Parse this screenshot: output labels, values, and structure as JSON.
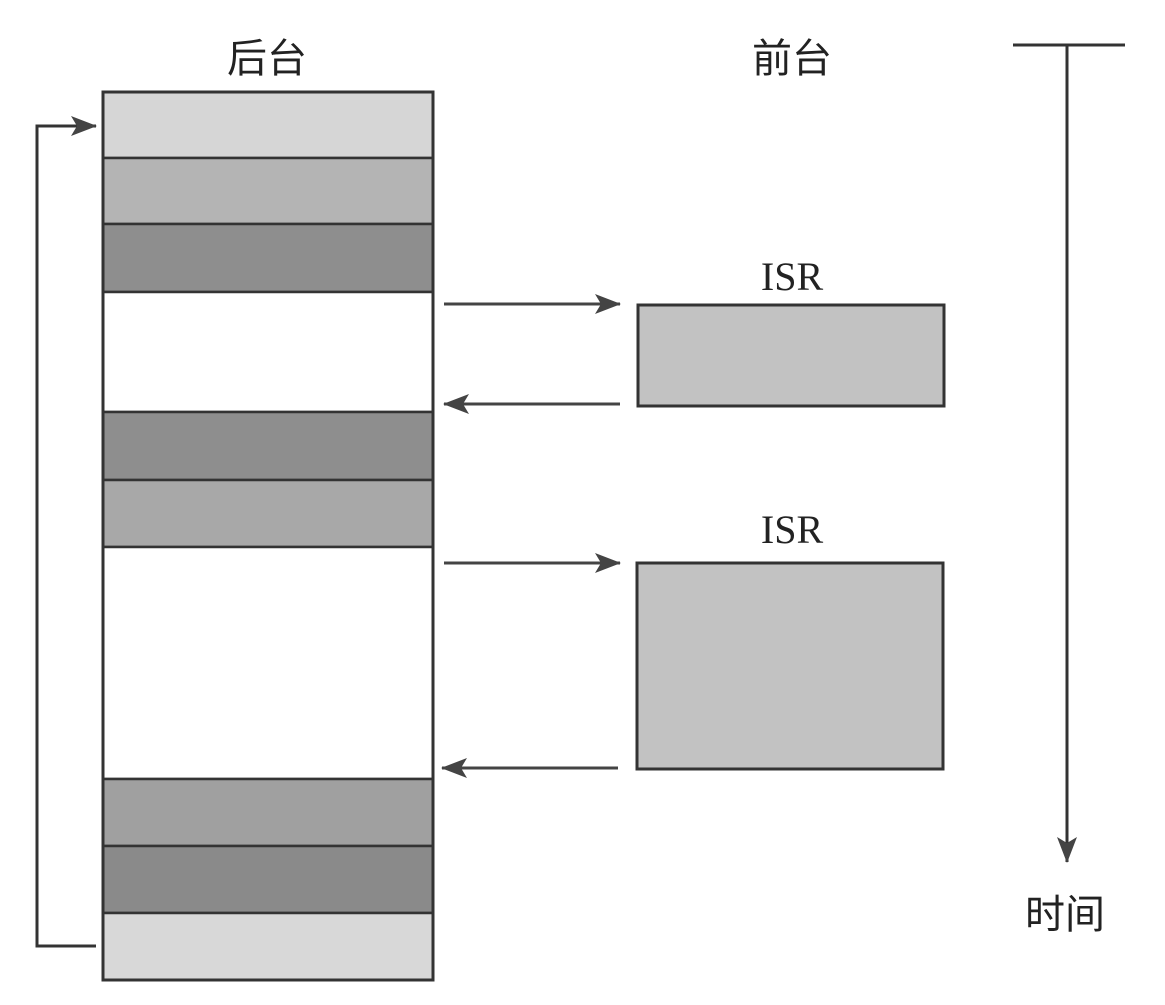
{
  "labels": {
    "background": "后台",
    "foreground": "前台",
    "time": "时间"
  },
  "background_bands": [
    {
      "shade": "light",
      "color": "#d6d6d6"
    },
    {
      "shade": "medium",
      "color": "#b4b4b4"
    },
    {
      "shade": "dark",
      "color": "#8e8e8e"
    },
    {
      "shade": "empty",
      "color": "#ffffff"
    },
    {
      "shade": "dark",
      "color": "#8e8e8e"
    },
    {
      "shade": "medium",
      "color": "#a8a8a8"
    },
    {
      "shade": "empty",
      "color": "#ffffff"
    },
    {
      "shade": "medium",
      "color": "#a0a0a0"
    },
    {
      "shade": "dark",
      "color": "#8a8a8a"
    },
    {
      "shade": "light",
      "color": "#d8d8d8"
    }
  ],
  "isr_blocks": [
    {
      "label": "ISR",
      "color": "#c2c2c2"
    },
    {
      "label": "ISR",
      "color": "#c2c2c2"
    }
  ],
  "colors": {
    "stroke": "#333333",
    "arrow": "#444444"
  }
}
